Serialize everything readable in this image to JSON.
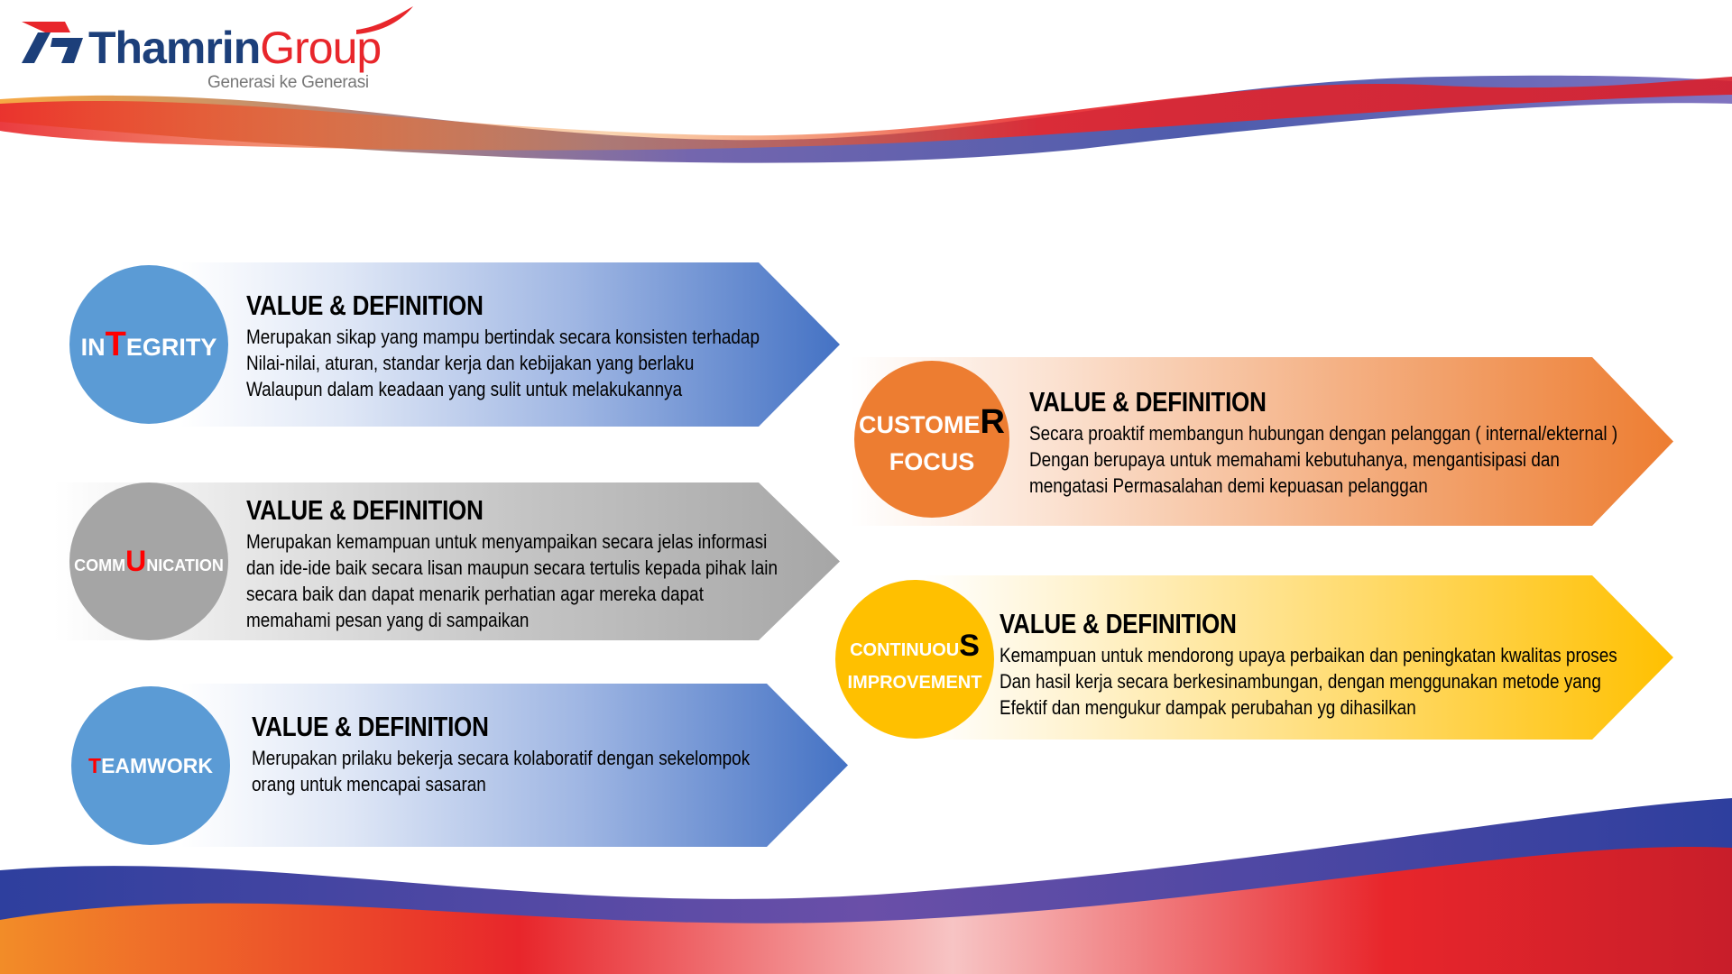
{
  "logo": {
    "brand_main": "Thamrin",
    "brand_accent": "Group",
    "tagline": "Generasi ke Generasi"
  },
  "colors": {
    "blue": "#4472c4",
    "circle_blue": "#5b9bd5",
    "gray": "#a5a5a5",
    "orange": "#ed7d31",
    "yellow": "#ffc000",
    "red": "#ff0000"
  },
  "values": [
    {
      "label_pre": "IN",
      "label_hl": "T",
      "label_post": "EGRITY",
      "label_line2": "",
      "heading": "VALUE & DEFINITION",
      "lines": [
        "Merupakan sikap yang mampu bertindak secara konsisten terhadap",
        "Nilai-nilai, aturan, standar kerja dan kebijakan yang berlaku",
        "Walaupun dalam keadaan yang sulit untuk melakukannya"
      ]
    },
    {
      "label_pre": "COMM",
      "label_hl": "U",
      "label_post": "NICATION",
      "label_line2": "",
      "heading": "VALUE & DEFINITION",
      "lines": [
        "Merupakan kemampuan untuk menyampaikan secara jelas informasi",
        "dan ide-ide baik secara lisan maupun secara tertulis kepada pihak lain",
        "secara baik dan  dapat menarik perhatian agar mereka dapat",
        "memahami pesan yang di sampaikan"
      ]
    },
    {
      "label_pre": "",
      "label_hl": "T",
      "label_post": "EAMWORK",
      "label_line2": "",
      "heading": "VALUE & DEFINITION",
      "lines": [
        "Merupakan prilaku bekerja secara kolaboratif dengan sekelompok",
        "orang untuk mencapai sasaran"
      ]
    },
    {
      "label_pre": "CUSTOME",
      "label_hl": "R",
      "label_post": "",
      "label_line2": "FOCUS",
      "heading": "VALUE & DEFINITION",
      "lines": [
        "Secara proaktif membangun hubungan dengan pelanggan ( internal/ekternal )",
        "Dengan berupaya untuk memahami kebutuhanya, mengantisipasi dan",
        "mengatasi Permasalahan demi kepuasan pelanggan"
      ]
    },
    {
      "label_pre": "CONTINUOU",
      "label_hl": "S",
      "label_post": "",
      "label_line2": "IMPROVEMENT",
      "heading": "VALUE & DEFINITION",
      "lines": [
        "Kemampuan untuk mendorong upaya perbaikan dan peningkatan kwalitas proses",
        "Dan hasil kerja secara berkesinambungan, dengan menggunakan metode yang",
        "Efektif dan mengukur dampak perubahan yg dihasilkan"
      ]
    }
  ]
}
